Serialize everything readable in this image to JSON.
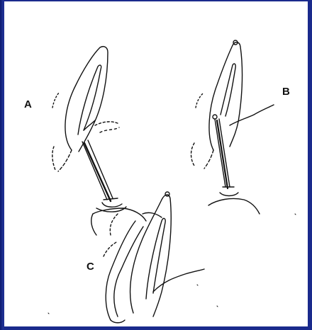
{
  "figure": {
    "labels": {
      "a": "A",
      "b": "B",
      "c": "C"
    }
  },
  "colors": {
    "background": "#1a2a8c",
    "panel": "#ffffff",
    "ink": "#111111"
  }
}
